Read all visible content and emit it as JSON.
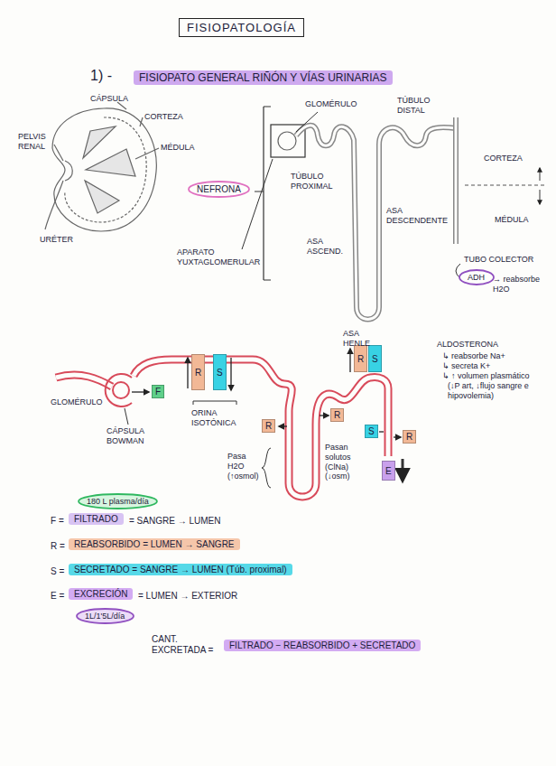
{
  "diagram": {
    "title": "FISIOPATOLOGÍA",
    "nodes": [
      {
        "text": [
          "FISIOPATO GENERAL RIÑÓN Y VÍAS URINARIAS"
        ]
      },
      {
        "text": [
          "NEFRONA"
        ]
      },
      {
        "text": [
          "ADH"
        ]
      },
      {
        "text": [
          "F"
        ]
      },
      {
        "text": [
          "R"
        ]
      },
      {
        "text": [
          "S"
        ]
      },
      {
        "text": [
          "R"
        ]
      },
      {
        "text": [
          "R"
        ]
      },
      {
        "text": [
          "S"
        ]
      },
      {
        "text": [
          "R"
        ]
      },
      {
        "text": [
          "S"
        ]
      },
      {
        "text": [
          "R"
        ]
      },
      {
        "text": [
          "E"
        ]
      },
      {
        "text": [
          "180 L plasma/día"
        ]
      },
      {
        "text": [
          "FILTRADO"
        ]
      },
      {
        "text": [
          "REABSORBIDO = LUMEN → SANGRE"
        ]
      },
      {
        "text": [
          "SECRETADO = SANGRE → LUMEN (Túb. proximal)"
        ]
      },
      {
        "text": [
          "EXCRECIÓN"
        ]
      },
      {
        "text": [
          "1L/1'5L/día"
        ]
      },
      {
        "text": [
          "FILTRADO − REABSORBIDO + SECRETADO"
        ]
      }
    ],
    "labels": [
      "1) -",
      "CÁPSULA",
      "CORTEZA",
      "PELVIS RENAL",
      "MÉDULA",
      "URÉTER",
      "GLOMÉRULO",
      "TÚBULO DISTAL",
      "CORTEZA",
      "MÉDULA",
      "TÚBULO PROXIMAL",
      "ASA DESCENDENTE",
      "ASA ASCEND.",
      "ASA HENLE",
      "APARATO YUXTAGLOMERULAR",
      "TUBO COLECTOR",
      "→ reabsorbe H2O",
      "ALDOSTERONA",
      "↳ reabsorbe Na+",
      "↳ secreta K+",
      "↳ ↑ volumen plasmático",
      "(↓P art, ↓flujo sangre e hipovolemia)",
      "GLOMÉRULO",
      "CÁPSULA BOWMAN",
      "ORINA ISOTÓNICA",
      "Pasa H2O (↑osmol)",
      "Pasan solutos (ClNa) (↓osm)",
      "F =",
      "= SANGRE → LUMEN",
      "R =",
      "S =",
      "E =",
      "= LUMEN → EXTERIOR",
      "CANT. EXCRETADA ="
    ]
  }
}
